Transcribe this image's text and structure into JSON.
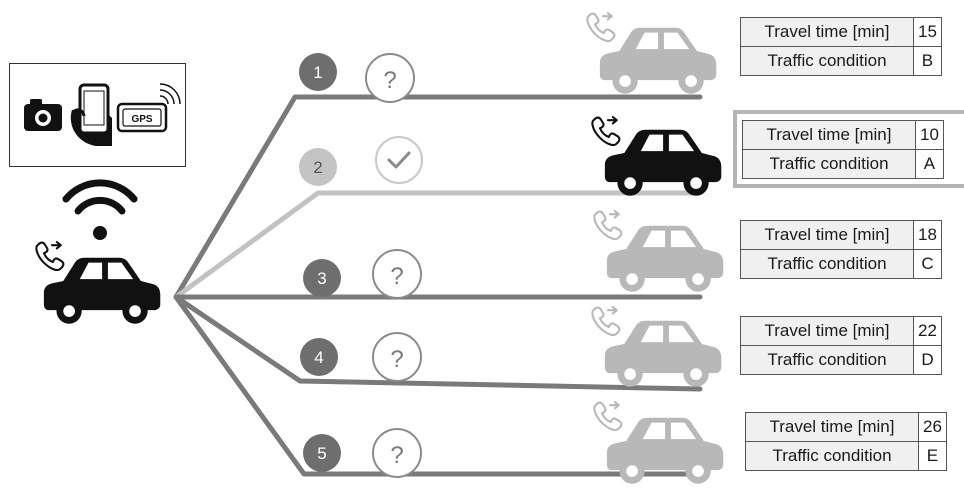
{
  "routes": [
    {
      "number": "1",
      "status_icon": "question-mark-icon",
      "status_text": "?",
      "selected": false,
      "travel_time_label": "Travel time [min]",
      "travel_time_value": "15",
      "traffic_label": "Traffic condition",
      "traffic_value": "B"
    },
    {
      "number": "2",
      "status_icon": "check-mark-icon",
      "status_text": "",
      "selected": true,
      "travel_time_label": "Travel time [min]",
      "travel_time_value": "10",
      "traffic_label": "Traffic condition",
      "traffic_value": "A"
    },
    {
      "number": "3",
      "status_icon": "question-mark-icon",
      "status_text": "?",
      "selected": false,
      "travel_time_label": "Travel time [min]",
      "travel_time_value": "18",
      "traffic_label": "Traffic condition",
      "traffic_value": "C"
    },
    {
      "number": "4",
      "status_icon": "question-mark-icon",
      "status_text": "?",
      "selected": false,
      "travel_time_label": "Travel time [min]",
      "travel_time_value": "22",
      "traffic_label": "Traffic condition",
      "traffic_value": "D"
    },
    {
      "number": "5",
      "status_icon": "question-mark-icon",
      "status_text": "?",
      "selected": false,
      "travel_time_label": "Travel time [min]",
      "travel_time_value": "26",
      "traffic_label": "Traffic condition",
      "traffic_value": "E"
    }
  ],
  "devices": {
    "icons": [
      "camera-icon",
      "smartphone-icon",
      "gps-device-icon"
    ],
    "gps_label": "GPS"
  },
  "source_vehicle": {
    "icons": [
      "wifi-icon",
      "phone-icon",
      "car-icon"
    ]
  },
  "colors": {
    "route_line": "#7a7a7a",
    "route_line_selected": "#c2c2c2",
    "badge_dark": "#6e6e6e",
    "badge_light": "#c4c4c4",
    "car_dark": "#111111",
    "car_grey": "#b8b8b8"
  }
}
